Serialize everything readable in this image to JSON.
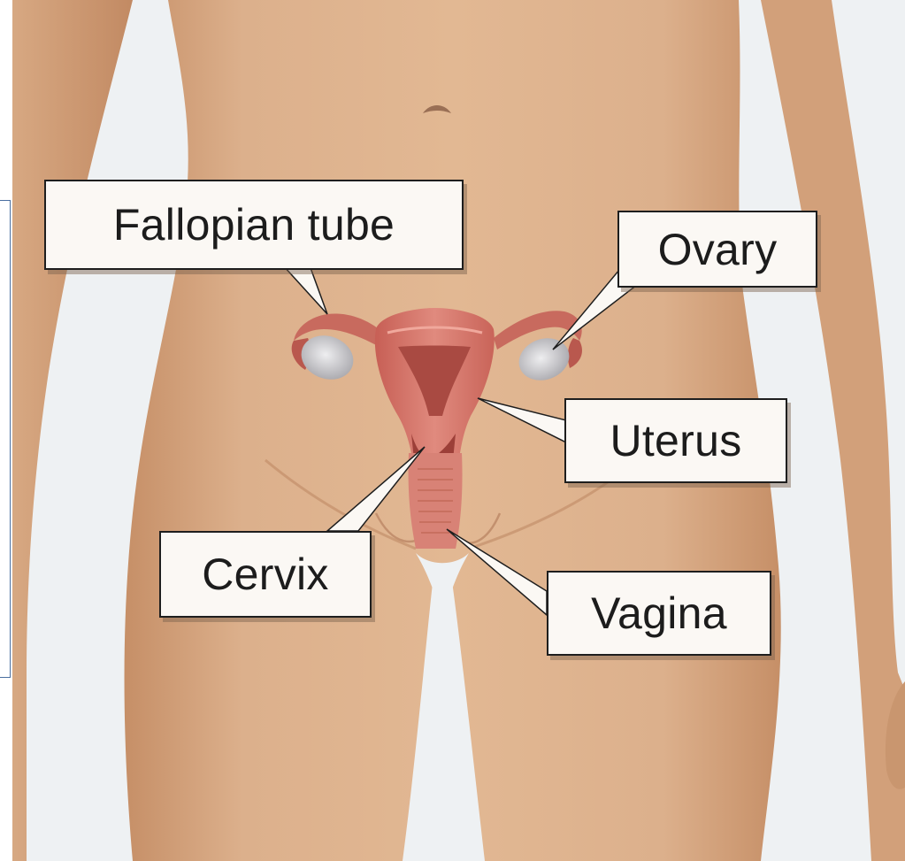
{
  "labels": {
    "fallopian_tube": "Fallopian tube",
    "ovary": "Ovary",
    "uterus": "Uterus",
    "cervix": "Cervix",
    "vagina": "Vagina"
  },
  "colors": {
    "background": "#eef1f3",
    "skin": "#dcb08c",
    "skin_shadow": "#c48e68",
    "organ": "#d9796e",
    "organ_dark": "#b4554c",
    "ovary": "#c9c9cc",
    "label_bg": "#fbf8f4",
    "label_border": "#1e1e1e",
    "frame_line": "#4a6fa0"
  },
  "icons": [
    "navel-icon"
  ]
}
